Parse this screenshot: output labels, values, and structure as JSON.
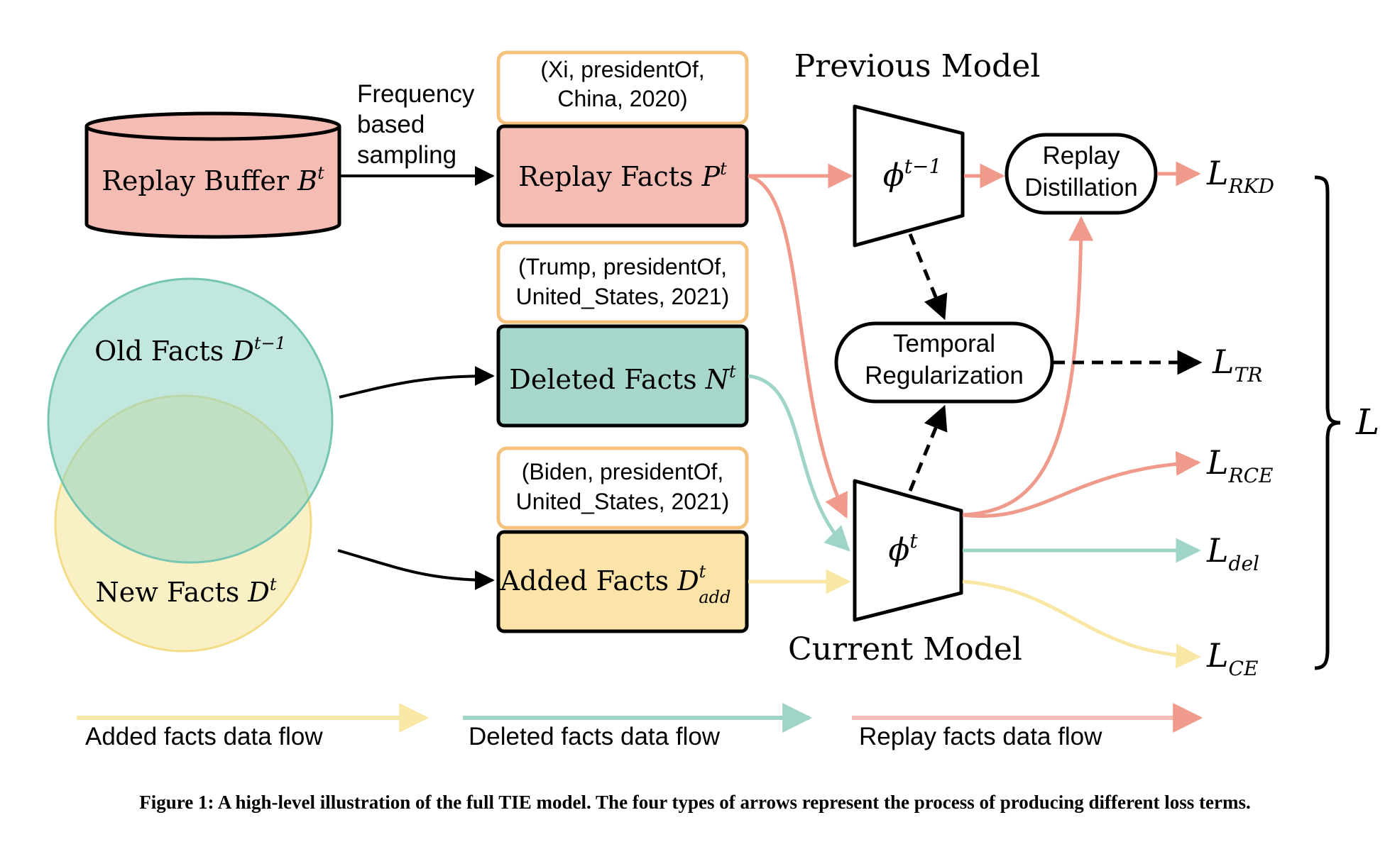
{
  "colors": {
    "replay": "#f4bcb3",
    "replay_arrow": "#f09a8b",
    "deleted": "#a7d6cb",
    "deleted_arrow": "#9fd5c8",
    "added": "#fce3a8",
    "added_arrow": "#f9e7a6",
    "old_circle": "#8fd3c2",
    "new_circle": "#f8e8a6",
    "sample_border": "#f4c27c",
    "stroke": "#000000"
  },
  "titles": {
    "previous_model": "Previous Model",
    "current_model": "Current Model"
  },
  "sampling": [
    "Frequency",
    "based",
    "sampling"
  ],
  "replay_buffer": {
    "text": "Replay Buffer ",
    "var": "B",
    "sup": "t"
  },
  "old_facts": {
    "text": "Old Facts ",
    "var": "D",
    "sup": "t−1"
  },
  "new_facts": {
    "text": "New Facts ",
    "var": "D",
    "sup": "t"
  },
  "replay_facts": {
    "text": "Replay Facts ",
    "var": "P",
    "sup": "t"
  },
  "deleted_facts": {
    "text": "Deleted Facts ",
    "var": "N",
    "sup": "t"
  },
  "added_facts": {
    "text": "Added Facts ",
    "var": "D",
    "sup": "t",
    "sub": "add"
  },
  "samples": {
    "replay": [
      "(Xi, presidentOf,",
      "China, 2020)"
    ],
    "deleted": [
      "(Trump, presidentOf,",
      "United_States, 2021)"
    ],
    "added": [
      "(Biden, presidentOf,",
      "United_States, 2021)"
    ]
  },
  "models": {
    "previous": {
      "var": "ϕ",
      "sup": "t−1"
    },
    "current": {
      "var": "ϕ",
      "sup": "t"
    }
  },
  "modules": {
    "replay_distillation": [
      "Replay",
      "Distillation"
    ],
    "temporal_regularization": [
      "Temporal",
      "Regularization"
    ]
  },
  "losses": {
    "rkd": {
      "var": "L",
      "sub": "RKD"
    },
    "tr": {
      "var": "L",
      "sub": "TR"
    },
    "rce": {
      "var": "L",
      "sub": "RCE"
    },
    "del": {
      "var": "L",
      "sub": "del"
    },
    "ce": {
      "var": "L",
      "sub": "CE"
    },
    "total": "L"
  },
  "legend": {
    "added": "Added facts data flow",
    "deleted": "Deleted facts data flow",
    "replay": "Replay facts data flow"
  },
  "caption": "Figure 1: A high-level illustration of the full TIE model. The four types of arrows represent the process of producing different loss terms."
}
